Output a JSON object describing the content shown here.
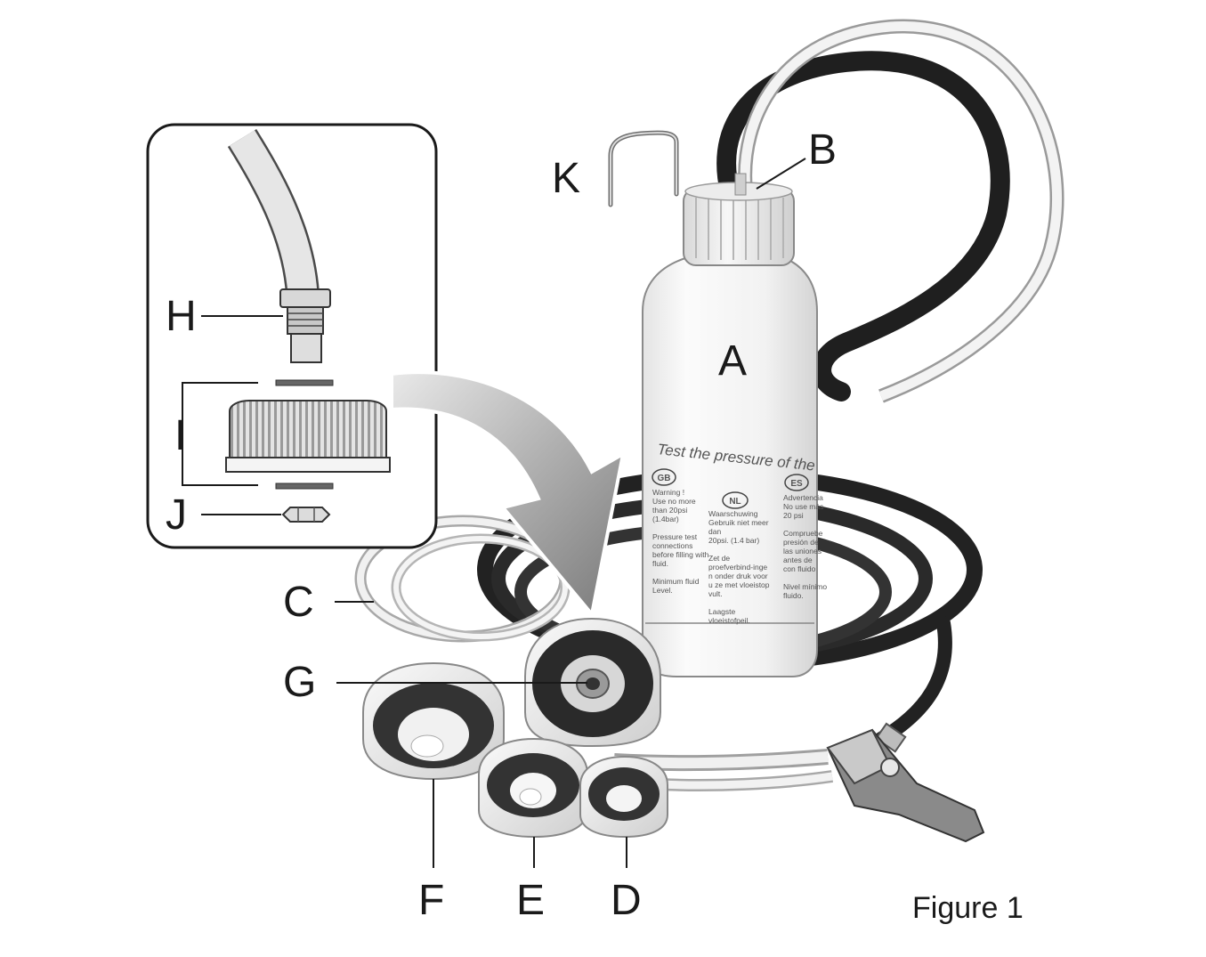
{
  "figure": {
    "caption": "Figure 1",
    "callouts": {
      "A": "A",
      "B": "B",
      "C": "C",
      "D": "D",
      "E": "E",
      "F": "F",
      "G": "G",
      "H": "H",
      "I": "I",
      "J": "J",
      "K": "K"
    }
  },
  "bottle_label": {
    "headline": "Test the pressure of the",
    "badge_gb": "GB",
    "badge_nl": "NL",
    "badge_es": "ES",
    "gb_lines": [
      "Warning !",
      "Use no more",
      "than 20psi",
      "(1.4bar)",
      "",
      "Pressure test",
      "connections",
      "before filling with",
      "fluid.",
      "",
      "Minimum fluid",
      "Level."
    ],
    "nl_lines": [
      "Waarschuwing",
      "Gebruik niet meer",
      "dan",
      "20psi. (1.4 bar)",
      "",
      "Zet de",
      "proefverbind-inge",
      "n onder druk voor",
      "u ze met vloeistop",
      "vult.",
      "",
      "Laagste",
      "vloeistofpeil."
    ],
    "es_lines": [
      "Advertencia",
      "No use más",
      "20 psi",
      "",
      "Compruebe",
      "presión de",
      "las uniones",
      "antes de",
      "con fluido",
      "",
      "Nivel mínimo",
      "fluido."
    ]
  }
}
